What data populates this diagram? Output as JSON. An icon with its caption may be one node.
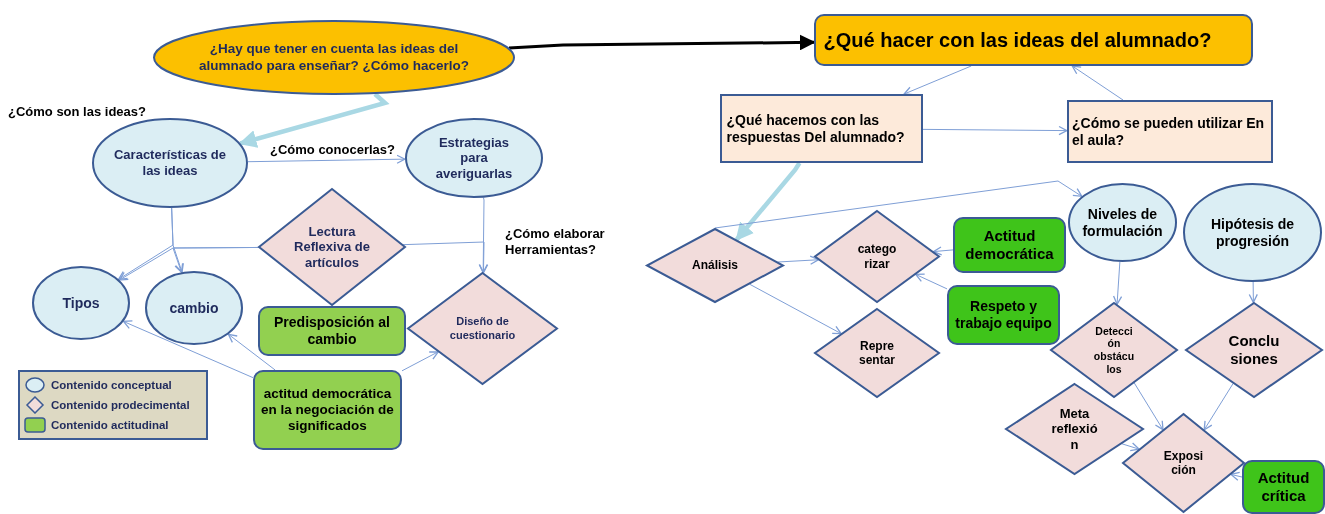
{
  "diagram": {
    "nodes": [
      {
        "text": [
          "¿Hay que tener en cuenta las ideas del alumnado para enseñar? ¿Cómo hacerlo?"
        ]
      },
      {
        "text": [
          "Características de las ideas"
        ]
      },
      {
        "text": [
          "Estrategias para averiguarlas"
        ]
      },
      {
        "text": [
          "Lectura Reflexiva de artículos"
        ]
      },
      {
        "text": [
          "Tipos"
        ]
      },
      {
        "text": [
          "cambio"
        ]
      },
      {
        "text": [
          "Predisposición al cambio"
        ]
      },
      {
        "text": [
          "Diseño de cuestionario"
        ]
      },
      {
        "text": [
          "actitud democrática en la negociación de significados"
        ]
      },
      {
        "text": [
          "¿Qué hacer con las ideas del alumnado?"
        ]
      },
      {
        "text": [
          "¿Qué hacemos con las respuestas Del alumnado?"
        ]
      },
      {
        "text": [
          "¿Cómo se pueden utilizar En el aula?"
        ]
      },
      {
        "text": [
          "Análisis"
        ]
      },
      {
        "text": [
          "catego rizar"
        ]
      },
      {
        "text": [
          "Actitud democrática"
        ]
      },
      {
        "text": [
          "Niveles de formulación"
        ]
      },
      {
        "text": [
          "Hipótesis de progresión"
        ]
      },
      {
        "text": [
          "Respeto y trabajo equipo"
        ]
      },
      {
        "text": [
          "Repre sentar"
        ]
      },
      {
        "text": [
          "Detecci ón obstácu los"
        ]
      },
      {
        "text": [
          "Conclu siones"
        ]
      },
      {
        "text": [
          "Meta reflexió n"
        ]
      },
      {
        "text": [
          "Exposi ción"
        ]
      },
      {
        "text": [
          "Actitud crítica"
        ]
      }
    ],
    "edges": [
      {
        "from": 0,
        "to": 1,
        "arrow": "to",
        "style": "thick",
        "color": "#a9d8e4"
      },
      {
        "from": 1,
        "to": 2,
        "arrow": "to",
        "label": "¿Cómo conocerlas?"
      },
      {
        "from": 1,
        "to": 4,
        "arrow": "to"
      },
      {
        "from": 1,
        "to": 5,
        "arrow": "to"
      },
      {
        "from": 3,
        "to": 4,
        "arrow": "to"
      },
      {
        "from": 3,
        "to": 5,
        "arrow": "to"
      },
      {
        "from": 2,
        "to": 7,
        "arrow": "to"
      },
      {
        "from": 3,
        "to": 7,
        "arrow": "to"
      },
      {
        "from": 8,
        "to": 4,
        "arrow": "to"
      },
      {
        "from": 8,
        "to": 5,
        "arrow": "to"
      },
      {
        "from": 8,
        "to": 7,
        "arrow": "to"
      },
      {
        "from": 0,
        "to": 9,
        "arrow": "to",
        "style": "thick",
        "color": "#000000"
      },
      {
        "from": 9,
        "to": 10,
        "arrow": "to"
      },
      {
        "from": 11,
        "to": 9,
        "arrow": "to"
      },
      {
        "from": 10,
        "to": 11,
        "arrow": "to"
      },
      {
        "from": 10,
        "to": 12,
        "arrow": "to",
        "style": "thick",
        "color": "#a9d8e4"
      },
      {
        "from": 12,
        "to": 15,
        "arrow": "to"
      },
      {
        "from": 12,
        "to": 13,
        "arrow": "to"
      },
      {
        "from": 12,
        "to": 18,
        "arrow": "to"
      },
      {
        "from": 14,
        "to": 13,
        "arrow": "to"
      },
      {
        "from": 17,
        "to": 13,
        "arrow": "to"
      },
      {
        "from": 15,
        "to": 19,
        "arrow": "to"
      },
      {
        "from": 16,
        "to": 20,
        "arrow": "to"
      },
      {
        "from": 19,
        "to": 22,
        "arrow": "to"
      },
      {
        "from": 20,
        "to": 22,
        "arrow": "to"
      },
      {
        "from": 21,
        "to": 22,
        "arrow": "to"
      },
      {
        "from": 23,
        "to": 22,
        "arrow": "to"
      }
    ],
    "labels": [
      "¿Cómo son las ideas?",
      "¿Cómo elaborar Herramientas?"
    ],
    "legend": [
      {
        "text": "Contenido conceptual"
      },
      {
        "text": "Contenido prodecimental"
      },
      {
        "text": "Contenido actitudinal",
        "color": "#92d050"
      }
    ]
  }
}
